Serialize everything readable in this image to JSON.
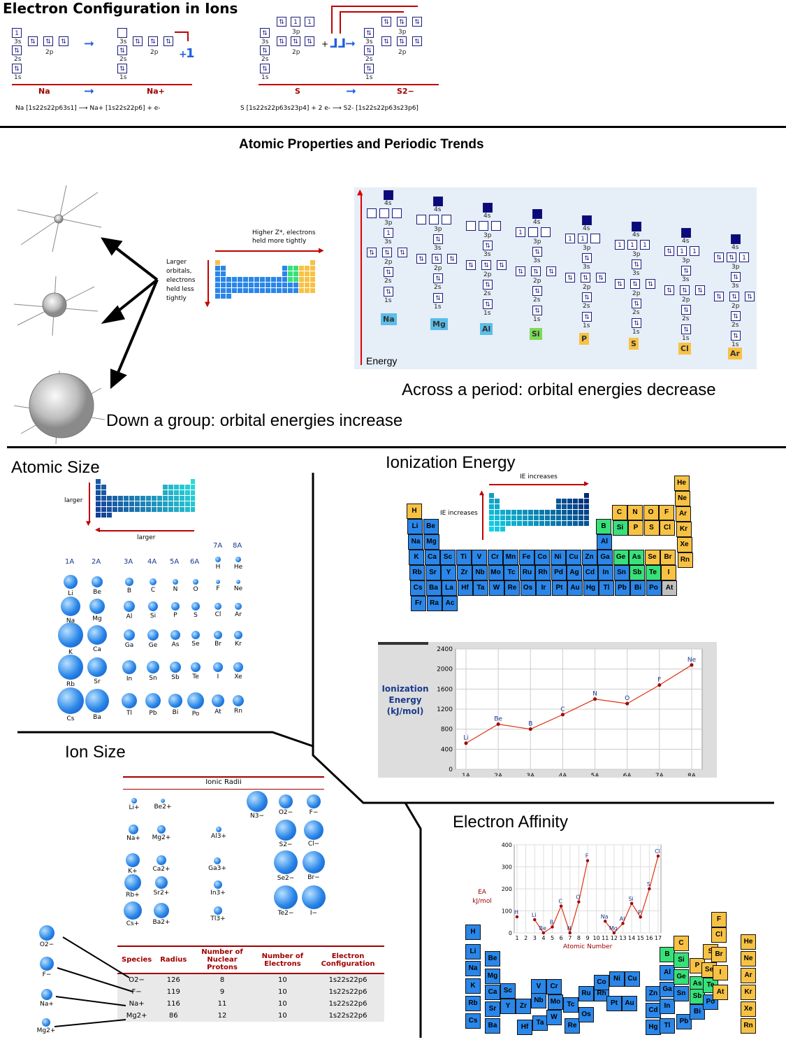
{
  "top_title": "Electron Configuration in Ions",
  "na_panel": {
    "labels": [
      "3s",
      "2p",
      "2s",
      "1s"
    ],
    "left": "Na",
    "right": "Na+",
    "equation": "Na [1s22s22p63s1] ⟶ Na+ [1s22s22p6] + e-",
    "plus_e": "+"
  },
  "s_panel": {
    "labels": [
      "3p",
      "3s",
      "2p",
      "2s",
      "1s"
    ],
    "left": "S",
    "right": "S2−",
    "equation": "S [1s22s22p63s23p4] + 2 e- ⟶ S2- [1s22s22p63s23p6]",
    "plus": "+"
  },
  "trends": {
    "title": "Atomic Properties and Periodic Trends",
    "across": "Across a period: orbital energies decrease",
    "down": "Down a group: orbital energies increase",
    "note_left": "Larger orbitals, electrons held less tightly",
    "note_top": "Higher Z*, electrons held more tightly",
    "energy_label": "Energy",
    "elements": [
      "Na",
      "Mg",
      "Al",
      "Si",
      "P",
      "S",
      "Cl",
      "Ar"
    ],
    "orbital_labels": [
      "4s",
      "3p",
      "3s",
      "2p",
      "2s",
      "1s"
    ],
    "colors": {
      "Na": "#5bbde8",
      "Mg": "#5bbde8",
      "Al": "#5bbde8",
      "Si": "#7ed957",
      "P": "#f7c244",
      "S": "#f7c244",
      "Cl": "#f7c244",
      "Ar": "#f7c244"
    }
  },
  "atomic_size": {
    "title": "Atomic Size",
    "larger_left": "larger",
    "larger_bottom": "larger",
    "groups": [
      "1A",
      "2A",
      "3A",
      "4A",
      "5A",
      "6A",
      "7A",
      "8A"
    ],
    "group_right": [
      "7A",
      "8A"
    ],
    "rows": [
      [
        "H",
        "He"
      ],
      [
        "Li",
        "Be",
        "B",
        "C",
        "N",
        "O",
        "F",
        "Ne"
      ],
      [
        "Na",
        "Mg",
        "Al",
        "Si",
        "P",
        "S",
        "Cl",
        "Ar"
      ],
      [
        "K",
        "Ca",
        "Ga",
        "Ge",
        "As",
        "Se",
        "Br",
        "Kr"
      ],
      [
        "Rb",
        "Sr",
        "In",
        "Sn",
        "Sb",
        "Te",
        "I",
        "Xe"
      ],
      [
        "Cs",
        "Ba",
        "Tl",
        "Pb",
        "Bi",
        "Po",
        "At",
        "Rn"
      ]
    ]
  },
  "ionization": {
    "title": "Ionization Energy",
    "ie_increases_top": "IE increases",
    "ie_increases_left": "IE increases",
    "chart_ylabel": "Ionization Energy (kJ/mol)",
    "chart_data": {
      "type": "line",
      "x": [
        "1A",
        "2A",
        "3A",
        "4A",
        "5A",
        "6A",
        "7A",
        "8A"
      ],
      "labels": [
        "Li",
        "Be",
        "B",
        "C",
        "N",
        "O",
        "F",
        "Ne"
      ],
      "values": [
        520,
        900,
        800,
        1090,
        1400,
        1310,
        1680,
        2080
      ],
      "ylim": [
        0,
        2400
      ],
      "yticks": [
        0,
        400,
        800,
        1200,
        1600,
        2000,
        2400
      ],
      "ylabel": "Ionization Energy (kJ/mol)",
      "xlabel": ""
    },
    "table_rows": [
      [
        "H",
        "",
        "",
        "",
        "",
        "",
        "",
        "",
        "",
        "",
        "",
        "",
        "",
        "",
        "",
        "",
        "",
        "He"
      ],
      [
        "Li",
        "Be",
        "",
        "",
        "",
        "",
        "",
        "",
        "",
        "",
        "",
        "",
        "B",
        "C",
        "N",
        "O",
        "F",
        "Ne"
      ],
      [
        "Na",
        "Mg",
        "",
        "",
        "",
        "",
        "",
        "",
        "",
        "",
        "",
        "",
        "Al",
        "Si",
        "P",
        "S",
        "Cl",
        "Ar"
      ],
      [
        "K",
        "Ca",
        "Sc",
        "Ti",
        "V",
        "Cr",
        "Mn",
        "Fe",
        "Co",
        "Ni",
        "Cu",
        "Zn",
        "Ga",
        "Ge",
        "As",
        "Se",
        "Br",
        "Kr"
      ],
      [
        "Rb",
        "Sr",
        "Y",
        "Zr",
        "Nb",
        "Mo",
        "Tc",
        "Ru",
        "Rh",
        "Pd",
        "Ag",
        "Cd",
        "In",
        "Sn",
        "Sb",
        "Te",
        "I",
        "Xe"
      ],
      [
        "Cs",
        "Ba",
        "La",
        "Hf",
        "Ta",
        "W",
        "Re",
        "Os",
        "Ir",
        "Pt",
        "Au",
        "Hg",
        "Tl",
        "Pb",
        "Bi",
        "Po",
        "At",
        "Rn"
      ],
      [
        "Fr",
        "Ra",
        "Ac"
      ]
    ]
  },
  "ion_size": {
    "title": "Ion Size",
    "ionic_radii": "Ionic Radii",
    "cations": [
      [
        "Li+",
        "Be2+"
      ],
      [
        "Na+",
        "Mg2+",
        "Al3+"
      ],
      [
        "K+",
        "Ca2+",
        "Ga3+"
      ],
      [
        "Rb+",
        "Sr2+",
        "In3+"
      ],
      [
        "Cs+",
        "Ba2+",
        "Tl3+"
      ]
    ],
    "anions": [
      [
        "N3−",
        "O2−",
        "F−"
      ],
      [
        "S2−",
        "Cl−"
      ],
      [
        "Se2−",
        "Br−"
      ],
      [
        "Te2−",
        "I−"
      ]
    ],
    "left_ions": [
      "O2−",
      "F−",
      "Na+",
      "Mg2+"
    ],
    "table_headers": [
      "Species",
      "Radius",
      "Number of Nuclear Protons",
      "Number of Electrons",
      "Electron Configuration"
    ],
    "table_rows": [
      [
        "O2−",
        "126",
        "8",
        "10",
        "1s22s22p6"
      ],
      [
        "F−",
        "119",
        "9",
        "10",
        "1s22s22p6"
      ],
      [
        "Na+",
        "116",
        "11",
        "10",
        "1s22s22p6"
      ],
      [
        "Mg2+",
        "86",
        "12",
        "10",
        "1s22s22p6"
      ]
    ]
  },
  "affinity": {
    "title": "Electron Affinity",
    "ylabel": "EA kJ/mol",
    "xlabel": "Atomic Number",
    "chart_data": {
      "type": "line",
      "x": [
        1,
        2,
        3,
        4,
        5,
        6,
        7,
        8,
        9,
        10,
        11,
        12,
        13,
        14,
        15,
        16,
        17
      ],
      "labels": [
        "H",
        "",
        "Li",
        "Be",
        "B",
        "C",
        "N",
        "O",
        "F",
        "",
        "Na",
        "Mg",
        "Al",
        "Si",
        "P",
        "S",
        "Cl"
      ],
      "values": [
        73,
        null,
        60,
        0,
        27,
        122,
        0,
        141,
        328,
        null,
        53,
        0,
        43,
        134,
        72,
        200,
        349
      ],
      "ylim": [
        0,
        400
      ],
      "yticks": [
        0,
        100,
        200,
        300,
        400
      ],
      "xlabel": "Atomic Number",
      "ylabel": "EA kJ/mol"
    }
  }
}
